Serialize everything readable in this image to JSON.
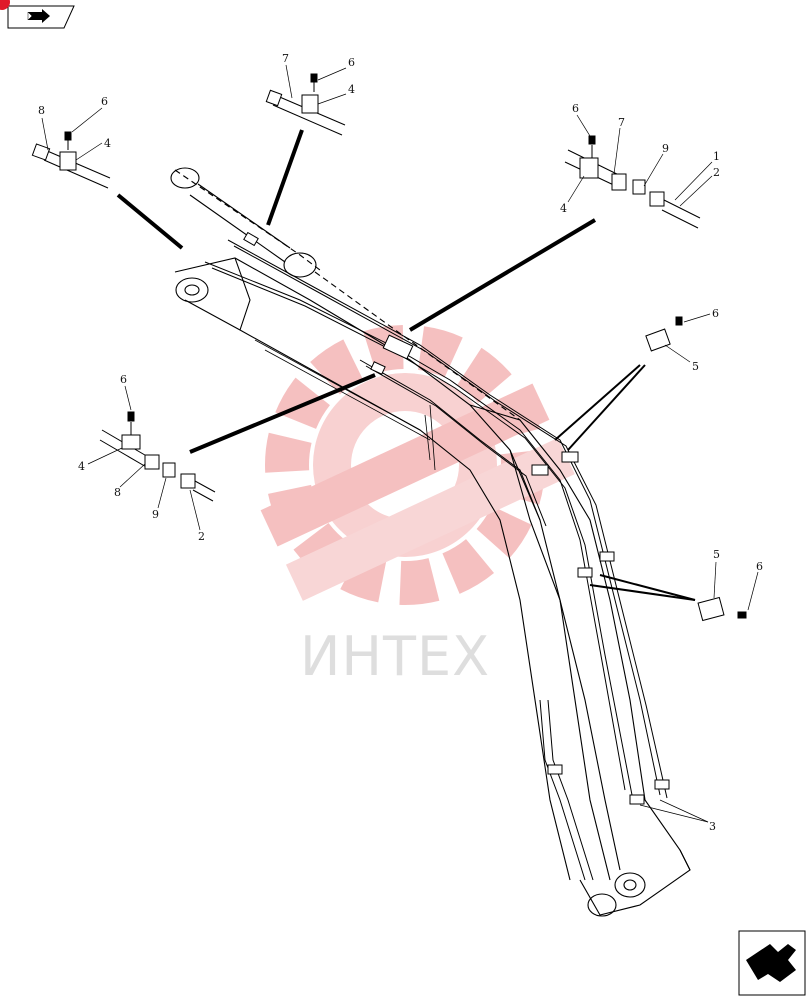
{
  "header": {
    "back_icon": "return-arrow-icon"
  },
  "footer": {
    "next_icon": "next-page-arrow-icon"
  },
  "watermark": {
    "text": "ИНТЕХ",
    "logo_icon": "gear-logo-icon",
    "color": "#ee3b3b"
  },
  "callouts": {
    "c8a": "8",
    "c6a": "6",
    "c4a": "4",
    "c7b": "7",
    "c6b": "6",
    "c4b": "4",
    "c6c": "6",
    "c7c": "7",
    "c9c": "9",
    "c1c": "1",
    "c2c": "2",
    "c4c": "4",
    "c6d": "6",
    "c5d": "5",
    "c6e": "6",
    "c4e": "4",
    "c8e": "8",
    "c9e": "9",
    "c2e": "2",
    "c5f": "5",
    "c6f": "6",
    "c3g": "3"
  }
}
